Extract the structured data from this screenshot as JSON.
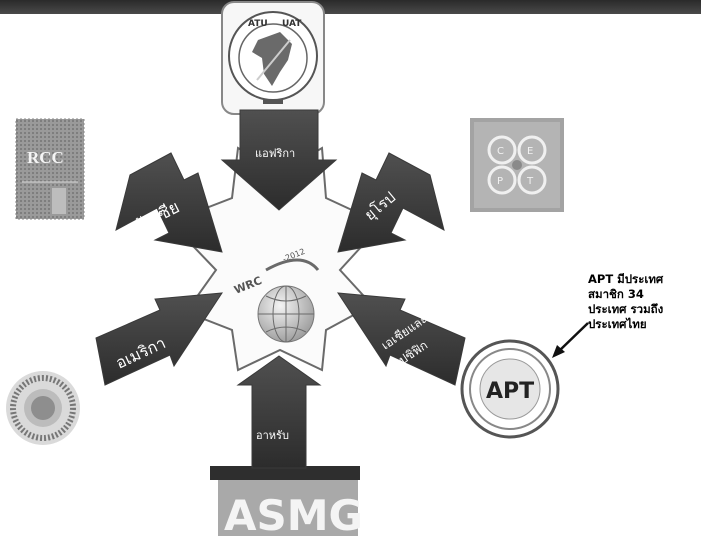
{
  "center": {
    "logo_text": "WRC",
    "logo_year": "-2012"
  },
  "arrows": {
    "africa": "แอฟริกา",
    "russia": "รัสเซีย",
    "europe": "ยุโรป",
    "america": "อเมริกา",
    "asia_pacific_line1": "เอเชียและ",
    "asia_pacific_line2": "แปซิฟิก",
    "arab": "อาหรับ"
  },
  "logos": {
    "atu": {
      "left": "ATU",
      "right": "UAT"
    },
    "rcc": "RCC",
    "cept_letters": [
      "C",
      "E",
      "P",
      "T"
    ],
    "apt": "APT",
    "asmg": "ASMG"
  },
  "note": {
    "lines": [
      "APT มีประเทศ",
      "สมาชิก 34",
      "ประเทศ รวมถึง",
      "ประเทศไทย"
    ]
  }
}
